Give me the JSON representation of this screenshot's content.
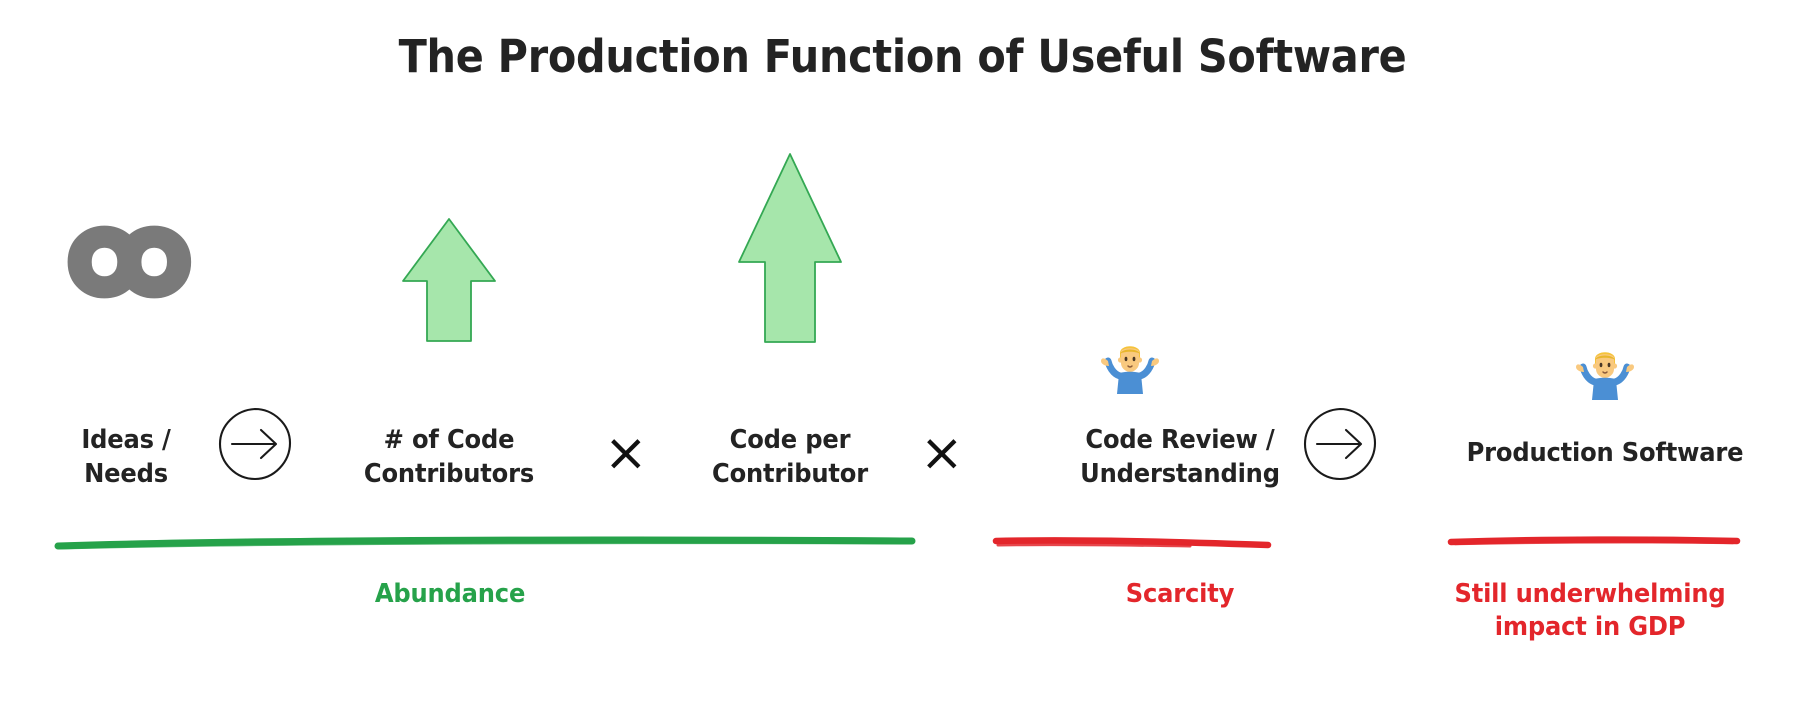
{
  "page": {
    "title": "The Production Function of Useful Software",
    "background": "#ffffff"
  },
  "colors": {
    "title_text": "#232323",
    "node_text": "#232323",
    "abundance_green": "#26a24a",
    "scarcity_red": "#e3262b",
    "arrow_fill": "#a6e6ab",
    "arrow_stroke": "#34a853",
    "infinity_gray": "#7a7a7a",
    "operator_black": "#111111"
  },
  "formula": {
    "nodes": [
      {
        "id": "ideas-needs",
        "label": "Ideas /\nNeeds",
        "icon": "infinity-icon",
        "icon_meaning": "unlimited / infinite supply"
      },
      {
        "id": "code-contributors",
        "label": "# of Code\nContributors",
        "icon": "green-up-arrow-icon",
        "icon_meaning": "growing"
      },
      {
        "id": "code-per-contributor",
        "label": "Code per\nContributor",
        "icon": "green-up-arrow-icon",
        "icon_meaning": "growing strongly"
      },
      {
        "id": "code-review-understanding",
        "label": "Code Review /\nUnderstanding",
        "icon": "person-shrugging-emoji",
        "icon_meaning": "uncertain / bottleneck"
      },
      {
        "id": "production-software",
        "label": "Production Software",
        "icon": "person-shrugging-emoji",
        "icon_meaning": "uncertain outcome"
      }
    ],
    "operators": [
      {
        "id": "op-arrow-1",
        "symbol": "circled-right-arrow-icon",
        "meaning": "leads to"
      },
      {
        "id": "op-times-1",
        "symbol": "×",
        "meaning": "multiplied by"
      },
      {
        "id": "op-times-2",
        "symbol": "×",
        "meaning": "multiplied by"
      },
      {
        "id": "op-arrow-2",
        "symbol": "circled-right-arrow-icon",
        "meaning": "leads to"
      }
    ]
  },
  "annotations": [
    {
      "id": "abundance",
      "label": "Abundance",
      "color": "#26a24a",
      "underline_color": "#26a24a",
      "spans": "ideas-needs through code-per-contributor"
    },
    {
      "id": "scarcity",
      "label": "Scarcity",
      "color": "#e3262b",
      "underline_color": "#e3262b",
      "spans": "code-review-understanding"
    },
    {
      "id": "gdp-impact",
      "label": "Still underwhelming\nimpact in GDP",
      "color": "#e3262b",
      "underline_color": "#e3262b",
      "spans": "production-software"
    }
  ]
}
